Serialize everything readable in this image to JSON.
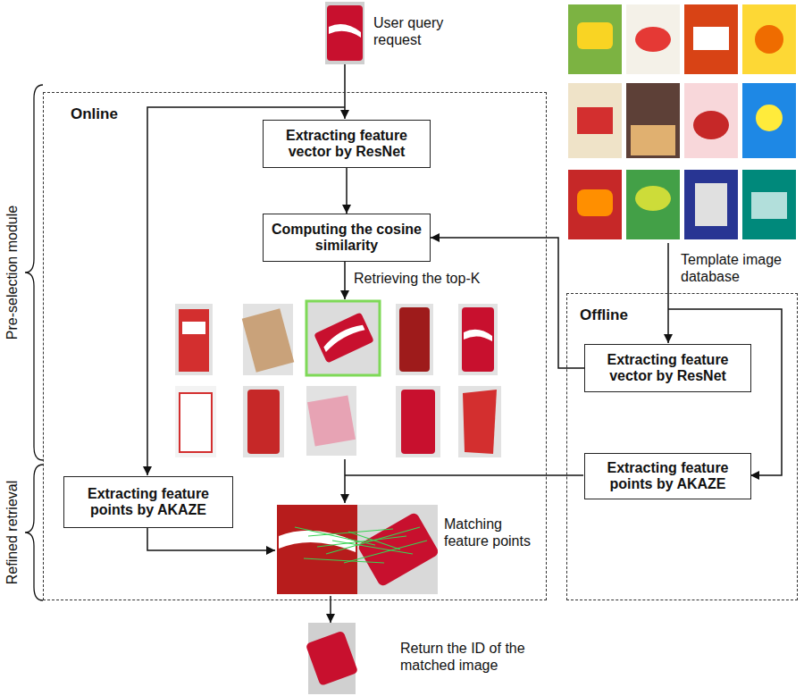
{
  "diagram": {
    "nodes": [
      {
        "text": [
          "Online"
        ]
      },
      {
        "text": [
          "Extracting feature vector by ResNet"
        ],
        "in": 0
      },
      {
        "text": [
          "Computing the cosine similarity"
        ],
        "in": 0
      },
      {
        "text": [
          "Extracting feature points by AKAZE"
        ],
        "in": 0
      },
      {
        "text": [
          "Offline"
        ]
      },
      {
        "text": [
          "Extracting feature vector by ResNet"
        ],
        "in": 4
      },
      {
        "text": [
          "Extracting feature points by AKAZE"
        ],
        "in": 4
      }
    ],
    "edges": [
      {
        "from": 1,
        "to": 2,
        "arrow": "to"
      },
      {
        "from": 5,
        "to": 2,
        "arrow": "to"
      }
    ],
    "labels": [
      "User query request",
      "Retrieving the top-K",
      "Template image database",
      "Matching feature points",
      "Return the ID of the matched image",
      "Pre-selection module",
      "Refined retrieval"
    ]
  }
}
